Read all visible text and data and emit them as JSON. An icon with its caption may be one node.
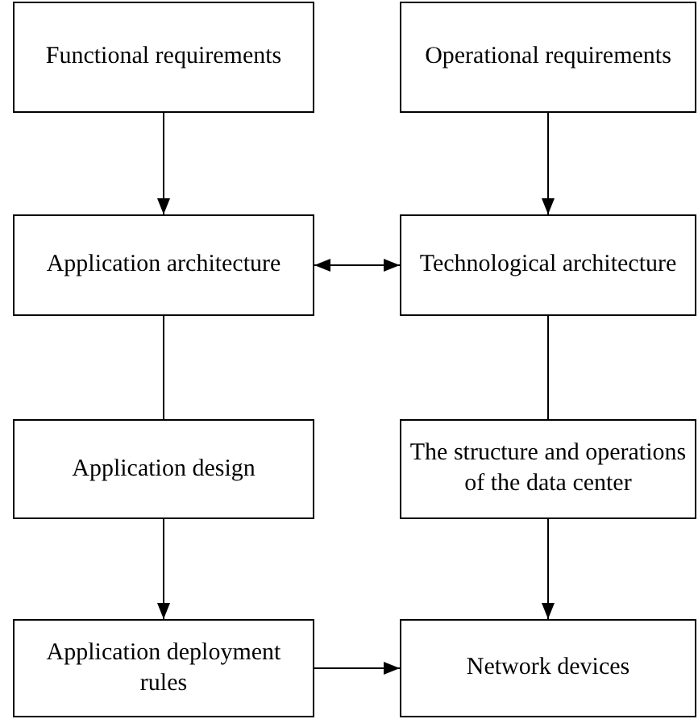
{
  "diagram": {
    "nodes": [
      {
        "text": [
          "Functional requirements"
        ]
      },
      {
        "text": [
          "Operational requirements"
        ]
      },
      {
        "text": [
          "Application architecture"
        ]
      },
      {
        "text": [
          "Technological architecture"
        ]
      },
      {
        "text": [
          "Application design"
        ]
      },
      {
        "text": [
          "The structure and operations of the data center"
        ]
      },
      {
        "text": [
          "Application deployment rules"
        ]
      },
      {
        "text": [
          "Network devices"
        ]
      }
    ],
    "edges": [
      {
        "from": 0,
        "to": 2,
        "arrow": "to"
      },
      {
        "from": 1,
        "to": 3,
        "arrow": "to"
      },
      {
        "from": 2,
        "to": 3,
        "arrow": "both"
      },
      {
        "from": 2,
        "to": 4,
        "arrow": "none"
      },
      {
        "from": 3,
        "to": 5,
        "arrow": "none"
      },
      {
        "from": 4,
        "to": 6,
        "arrow": "to"
      },
      {
        "from": 5,
        "to": 7,
        "arrow": "to"
      },
      {
        "from": 6,
        "to": 7,
        "arrow": "to"
      }
    ]
  }
}
